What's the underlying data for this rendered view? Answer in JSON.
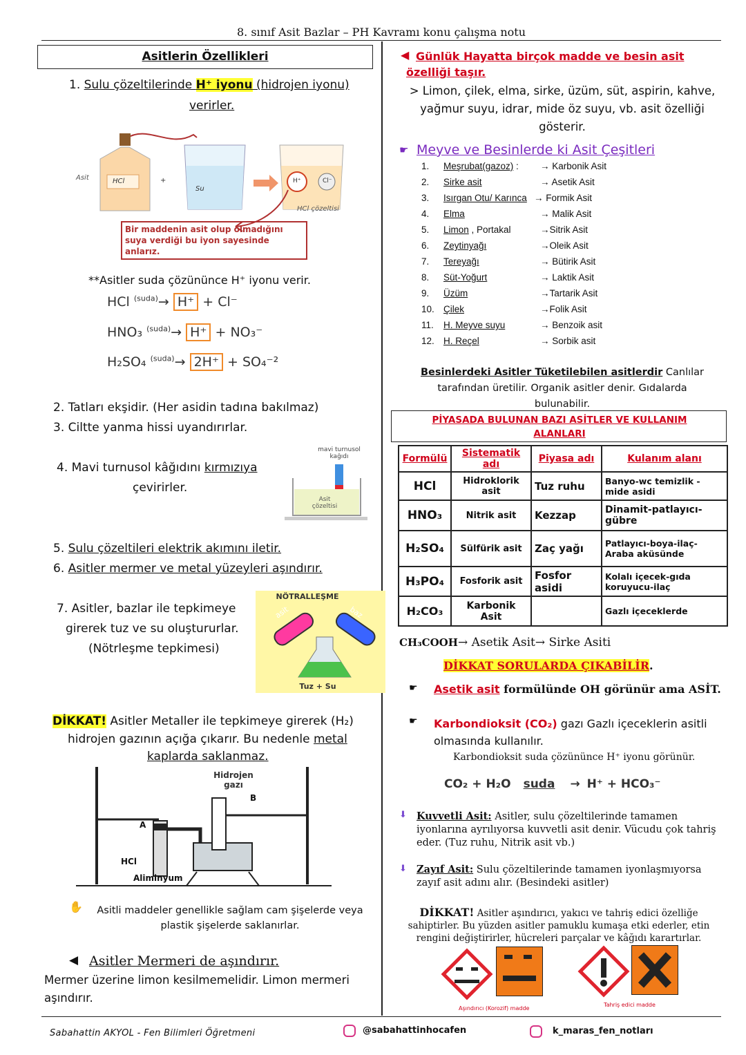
{
  "header": {
    "title": "8. sınıf Asit Bazlar – PH Kavramı konu çalışma notu"
  },
  "left": {
    "section_title": "Asitlerin Özellikleri",
    "p1_num": "1.",
    "p1_a": "Sulu çözeltilerinde ",
    "p1_ion": "H⁺ iyonu",
    "p1_b": " (hidrojen iyonu)",
    "p1_c": "verirler.",
    "fig1": {
      "asit": "Asit",
      "hcl": "HCl",
      "plus": "+",
      "su": "Su",
      "hplus": "H⁺",
      "cl": "Cl⁻",
      "solution": "HCl çözeltisi",
      "note": "Bir maddenin asit olup olmadığını suya verdiği bu iyon sayesinde anlarız."
    },
    "asterisk_note": "**Asitler suda çözününce H⁺ iyonu verir.",
    "eqs": [
      {
        "lhs": "HCl",
        "cond": "(suda)",
        "ion": "H⁺",
        "rhs": "+  Cl⁻"
      },
      {
        "lhs": "HNO₃",
        "cond": "(suda)",
        "ion": "H⁺",
        "rhs": "+  NO₃⁻"
      },
      {
        "lhs": "H₂SO₄",
        "cond": "(suda)",
        "ion": "2H⁺",
        "rhs": "+  SO₄⁻²"
      }
    ],
    "p2": "2. Tatları ekşidir. (Her asidin tadına bakılmaz)",
    "p3": "3. Ciltte yanma hissi uyandırırlar.",
    "p4_a": "4. Mavi turnusol kâğıdını ",
    "p4_b": "kırmızıya",
    "p4_c": "çevirirler.",
    "fig_litmus": {
      "label": "mavi turnusol kağıdı",
      "sol": "Asit çözeltisi"
    },
    "p5_num": "5.",
    "p5": "Sulu çözeltileri elektrik akımını iletir.",
    "p6_num": "6.",
    "p6": "Asitler mermer ve metal yüzeyleri aşındırır.",
    "p7_a": "7. Asitler, bazlar ile tepkimeye",
    "p7_b": "girerek tuz ve su oluştururlar.",
    "p7_c": "(Nötrleşme tepkimesi)",
    "fig_neutral": {
      "title": "NÖTRALLEŞME",
      "asit": "asit",
      "baz": "baz",
      "bottom": "Tuz + Su"
    },
    "dikkat1_word": "DİKKAT!",
    "dikkat1_a": " Asitler Metaller ile tepkimeye girerek (H₂)",
    "dikkat1_b": "hidrojen gazının açığa çıkarır. Bu nedenle ",
    "dikkat1_c": "metal",
    "dikkat1_d": "kaplarda saklanmaz.",
    "fig_h2": {
      "gas": "Hidrojen gazı",
      "b": "B",
      "a": "A",
      "hcl": "HCl",
      "al": "Aliminyum"
    },
    "note_glass": "Asitli maddeler genellikle sağlam cam şişelerde veya plastik şişelerde saklanırlar.",
    "marble_title": "Asitler Mermeri de aşındırır.",
    "marble_text": "Mermer üzerine limon kesilmemelidir. Limon mermeri aşındırır."
  },
  "right": {
    "daily_title": "Günlük Hayatta birçok madde ve besin asit özelliği taşır.",
    "daily_text": "> Limon, çilek, elma, sirke, üzüm, süt, aspirin, kahve, yağmur suyu, idrar, mide öz suyu,  vb. asit özelliği gösterir.",
    "fruits_title": "Meyve ve Besinlerde ki Asit Çeşitleri",
    "fruits": [
      {
        "n": "1.",
        "food": "Meşrubat(gazoz)",
        "extra": " :",
        "acid": "→  Karbonik Asit"
      },
      {
        "n": "2.",
        "food": "Sirke asit",
        "extra": "",
        "acid": "→  Asetik Asit"
      },
      {
        "n": "3.",
        "food": "Isırgan Otu/ Karınca",
        "extra": "",
        "acid": "→ Formik Asit"
      },
      {
        "n": "4.",
        "food": "Elma",
        "extra": "",
        "acid": "→ Malik Asit"
      },
      {
        "n": "5.",
        "food": "Limon",
        "extra": " , Portakal",
        "acid": "→Sitrik Asit"
      },
      {
        "n": "6.",
        "food": "Zeytinyağı",
        "extra": "",
        "acid": "→Oleik Asit"
      },
      {
        "n": "7.",
        "food": "Tereyağı",
        "extra": "",
        "acid": "→ Bütirik Asit"
      },
      {
        "n": "8.",
        "food": "Süt-Yoğurt",
        "extra": "",
        "acid": "→ Laktik Asit"
      },
      {
        "n": "9.",
        "food": "Üzüm",
        "extra": "",
        "acid": "→Tartarik Asit"
      },
      {
        "n": "10.",
        "food": "Çilek",
        "extra": "",
        "acid": "→Folik Asit"
      },
      {
        "n": "11.",
        "food": "H. Meyve suyu",
        "extra": "",
        "acid": "→ Benzoik asit"
      },
      {
        "n": "12.",
        "food": "H. Reçel",
        "extra": "",
        "acid": "→ Sorbik asit"
      }
    ],
    "edible_a": "Besinlerdeki Asitler Tüketilebilen asitlerdir",
    "edible_b": " Canlılar tarafından üretilir. Organik asitler denir. Gıdalarda bulunabilir.",
    "market_title": "PİYASADA BULUNAN BAZI ASİTLER VE KULLANIM ALANLARI",
    "table": {
      "headers": [
        "Formülü",
        "Sistematik adı",
        "Piyasa adı",
        "Kulanım alanı"
      ],
      "rows": [
        [
          "HCl",
          "Hidroklorik asit",
          "Tuz ruhu",
          "Banyo-wc temizlik - mide asidi"
        ],
        [
          "HNO₃",
          "Nitrik asit",
          "Kezzap",
          "Dinamit-patlayıcı-gübre"
        ],
        [
          "H₂SO₄",
          "Sülfürik asit",
          "Zaç yağı",
          "Patlayıcı-boya-ilaç- Araba aküsünde"
        ],
        [
          "H₃PO₄",
          "Fosforik asit",
          "Fosfor asidi",
          "Kolalı içecek-gıda koruyucu-ilaç"
        ],
        [
          "H₂CO₃",
          "Karbonik Asit",
          "",
          "Gazlı içeceklerde"
        ]
      ]
    },
    "acetic_formula": "CH₃COOH",
    "acetic_rest": "→ Asetik Asit→  Sirke Asiti",
    "dikkat_q": "DİKKAT SORULARDA ÇIKABİLİR",
    "dikkat_q_dot": ".",
    "b1_a": "Asetik asit",
    "b1_b": " formülünde OH görünür ama ASİT.",
    "b2_a": "Karbondioksit (CO₂)",
    "b2_b": " gazı Gazlı içeceklerin asitli olmasında kullanılır.",
    "co2_note": "Karbondioksit suda çözününce H⁺ iyonu görünür.",
    "co2_eq_l": "CO₂ + H₂O",
    "co2_eq_cond": "suda",
    "co2_eq_r": "H⁺ + HCO₃⁻",
    "strong_t": "Kuvvetli Asit:",
    "strong_d": " Asitler, sulu çözeltilerinde tamamen iyonlarına ayrılıyorsa kuvvetli asit denir. Vücudu çok tahriş eder. (Tuz ruhu, Nitrik asit vb.)",
    "weak_t": "Zayıf Asit:",
    "weak_d": " Sulu çözeltilerinde tamamen iyonlaşmıyorsa zayıf asit adını alır. (Besindeki asitler)",
    "dikkat2_word": "DİKKAT!",
    "dikkat2_text": " Asitler aşındırıcı, yakıcı ve tahriş edici özelliğe sahiptirler. Bu yüzden asitler pamuklu kumaşa etki ederler, etin rengini değiştirirler, hücreleri parçalar ve kâğıdı karartırlar.",
    "hazard1": "Aşındırıcı (Korozif) madde",
    "hazard2": "Tahriş edici madde"
  },
  "footer": {
    "author": "Sabahattin AKYOL - Fen Bilimleri Öğretmeni",
    "insta1": "@sabahattinhocafen",
    "insta2": "k_maras_fen_notları"
  },
  "colors": {
    "accent_red": "#d0021b",
    "highlight": "#ffff33",
    "purple": "#7a2bbf",
    "orange": "#f08a2a"
  }
}
